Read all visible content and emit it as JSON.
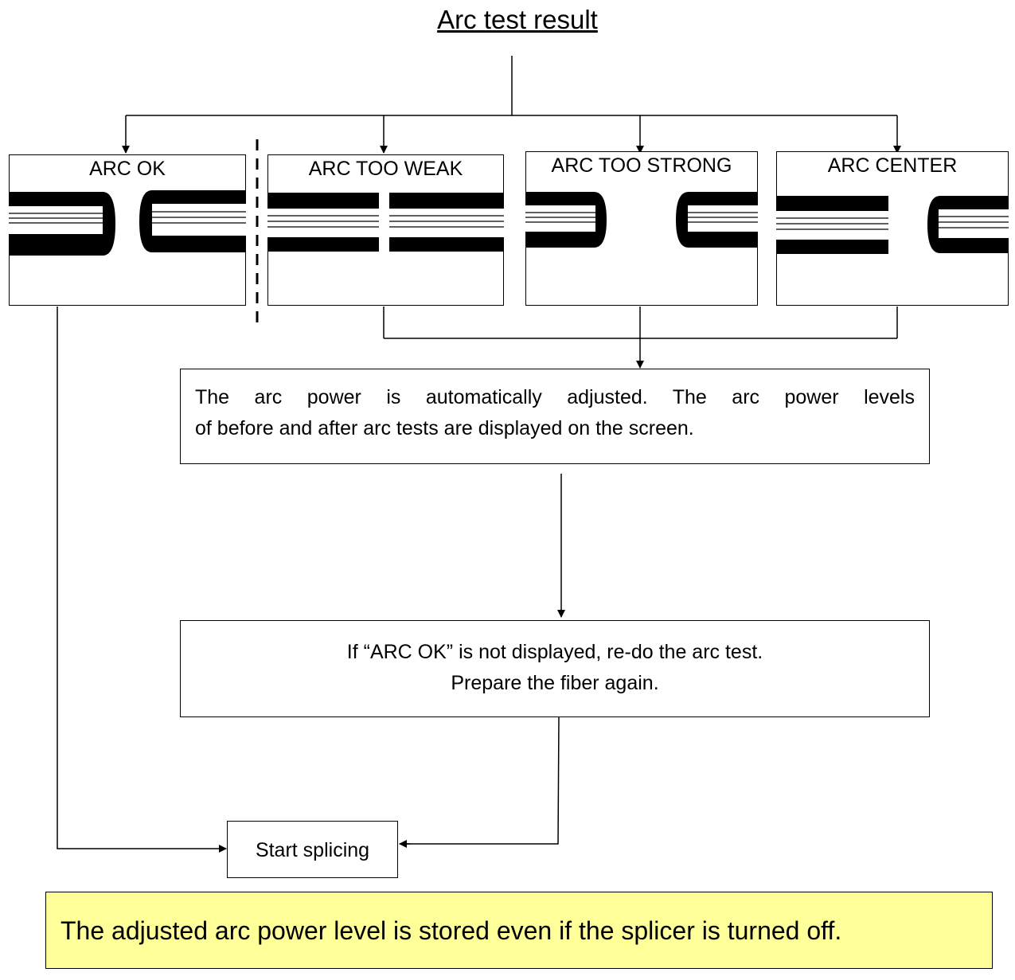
{
  "title": "Arc test result",
  "panels": [
    {
      "label": "ARC OK"
    },
    {
      "label": "ARC TOO WEAK"
    },
    {
      "label": "ARC TOO STRONG"
    },
    {
      "label": "ARC CENTER"
    }
  ],
  "auto_adjust": {
    "line1": "The arc power is automatically adjusted. The arc power levels",
    "line2": "of before and after arc tests are displayed on the screen."
  },
  "redo": {
    "line1": "If “ARC OK” is not displayed, re-do the arc test.",
    "line2": "Prepare the fiber again."
  },
  "start": "Start splicing",
  "note": "The adjusted arc power level is stored even if the splicer is turned off.",
  "colors": {
    "note_bg": "#ffff99",
    "line": "#000000"
  }
}
